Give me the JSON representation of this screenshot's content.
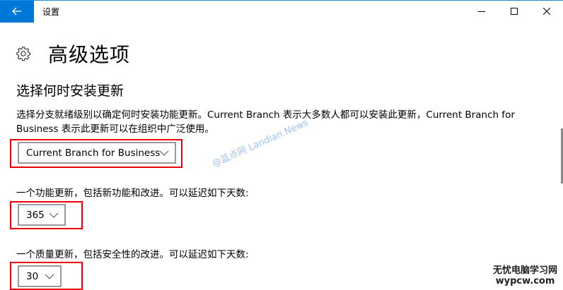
{
  "window": {
    "title": "设置",
    "controls": {
      "minimize": "minimize-icon",
      "maximize": "maximize-icon",
      "close": "close-icon"
    },
    "accent_color": "#0078d7"
  },
  "page": {
    "icon": "gear-icon",
    "title": "高级选项"
  },
  "section": {
    "title": "选择何时安装更新",
    "description": "选择分支就绪级别以确定何时安装功能更新。Current Branch 表示大多数人都可以安装此更新，Current Branch for Business 表示此更新可以在组织中广泛使用。",
    "branch_dropdown": {
      "value": "Current Branch for Business"
    },
    "feature_update": {
      "label": "一个功能更新，包括新功能和改进。可以延迟如下天数:",
      "value": "365"
    },
    "quality_update": {
      "label": "一个质量更新，包括安全性的改进。可以延迟如下天数:",
      "value": "30"
    }
  },
  "overlay": {
    "watermark": "@蓝点网 Landian.News",
    "corner_line1": "无忧电脑学习网",
    "corner_line2": "wypcw.com",
    "highlight_color": "#e8000b"
  }
}
